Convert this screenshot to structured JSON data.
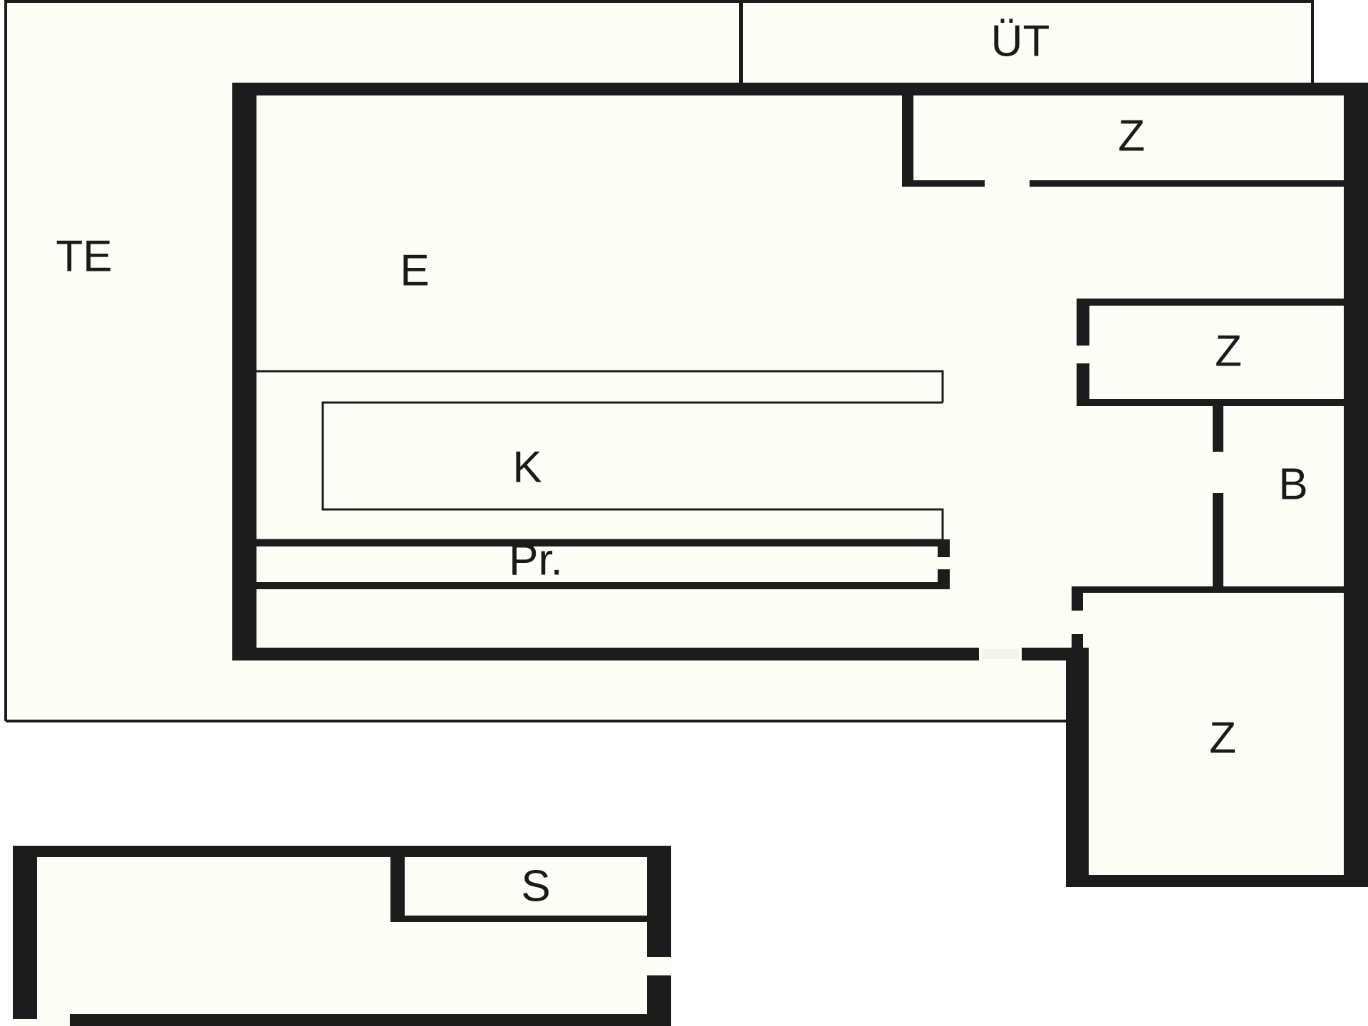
{
  "floor_plan": {
    "rooms": {
      "terrace": "TE",
      "balcony_top": "ÜT",
      "hall": "E",
      "storage_top": "Z",
      "storage_middle": "Z",
      "bath": "B",
      "storage_bottom": "Z",
      "kitchen": "K",
      "pantry": "Pr.",
      "storeroom": "S"
    },
    "colors": {
      "floor": "#fdfdf8",
      "wall": "#1c1c1c",
      "background": "#ffffff"
    }
  }
}
